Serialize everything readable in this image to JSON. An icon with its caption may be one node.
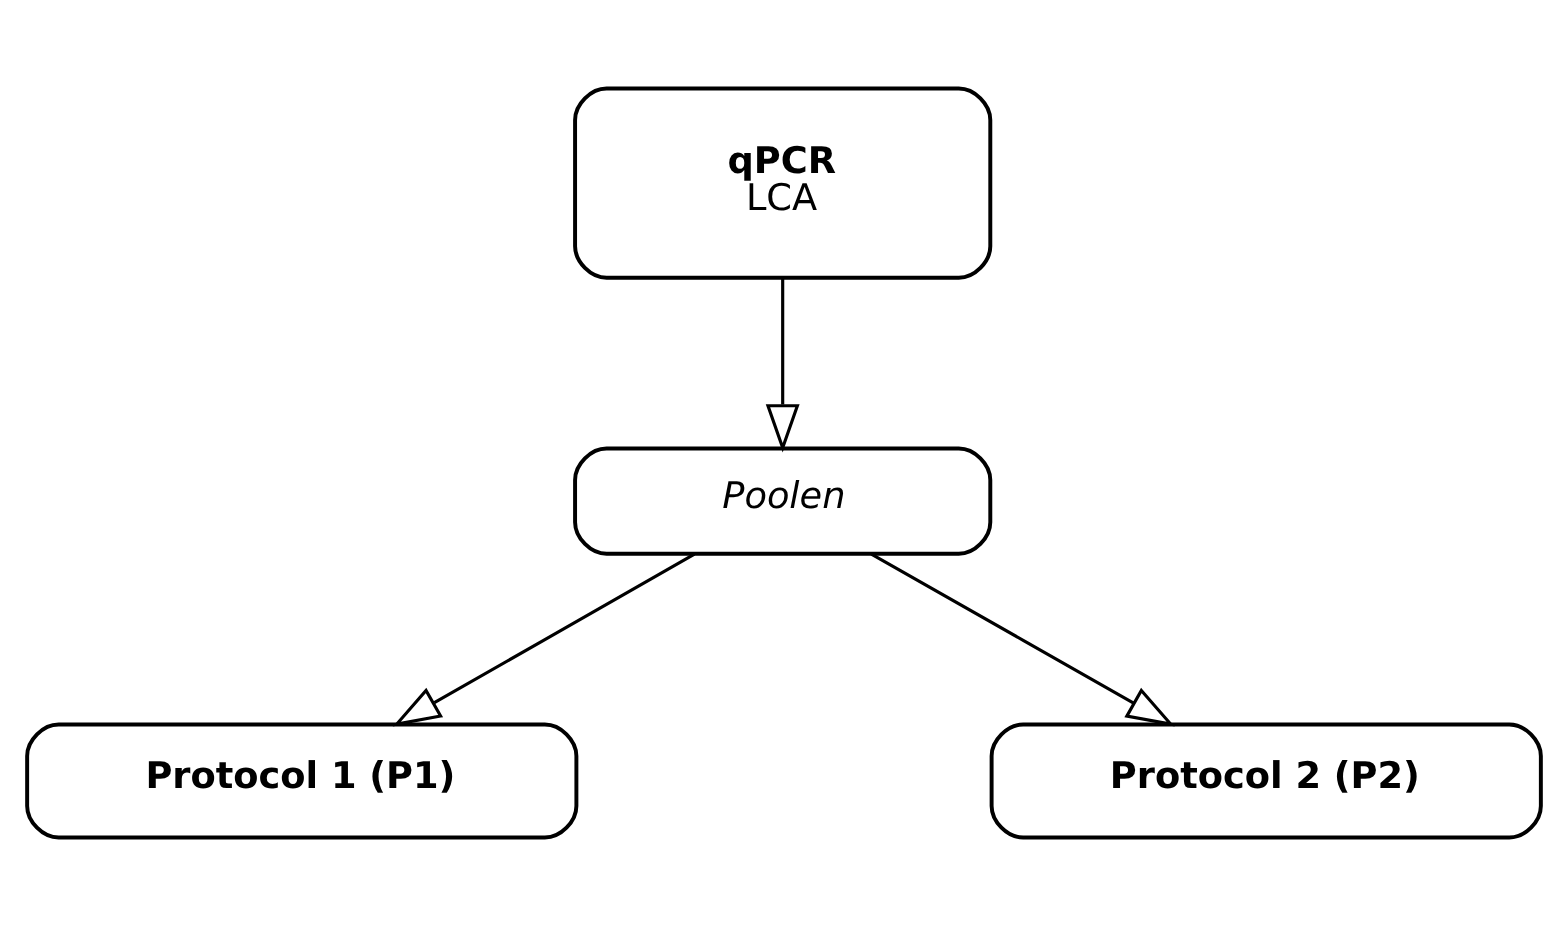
{
  "diagram": {
    "nodes": [
      {
        "text": [
          "qPCR",
          "LCA"
        ]
      },
      {
        "text": [
          "Poolen"
        ]
      },
      {
        "text": [
          "Protocol 1 (P1)"
        ]
      },
      {
        "text": [
          "Protocol 2 (P2)"
        ]
      }
    ],
    "edges": [
      {
        "from": 0,
        "to": 1,
        "arrow": "to"
      },
      {
        "from": 1,
        "to": 2,
        "arrow": "to"
      },
      {
        "from": 1,
        "to": 3,
        "arrow": "to"
      }
    ]
  }
}
